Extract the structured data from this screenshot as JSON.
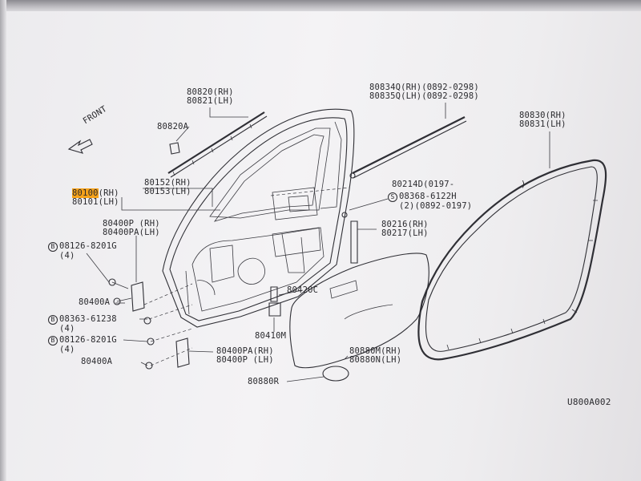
{
  "direction_label": "FRONT",
  "diagram_code": "U800A002",
  "callouts": [
    {
      "id": "c1",
      "lines": [
        "80820(RH)",
        "80821(LH)"
      ]
    },
    {
      "id": "c2",
      "lines": [
        "80820A"
      ]
    },
    {
      "id": "c3",
      "lines": [
        "80834Q(RH)(0892-0298)",
        "80835Q(LH)(0892-0298)"
      ]
    },
    {
      "id": "c4",
      "lines": [
        "80830(RH)",
        "80831(LH)"
      ]
    },
    {
      "id": "c5",
      "lines": [
        "80152(RH)",
        "80153(LH)"
      ]
    },
    {
      "id": "c6",
      "highlight": "80100",
      "lines": [
        "(RH)",
        "80101(LH)"
      ]
    },
    {
      "id": "c7",
      "lines": [
        "80214D(0197-"
      ]
    },
    {
      "id": "c8",
      "symbol": "S",
      "lines": [
        "08368-6122H",
        "(2)(0892-0197)"
      ]
    },
    {
      "id": "c9",
      "lines": [
        "80400P (RH)",
        "80400PA(LH)"
      ]
    },
    {
      "id": "c10",
      "symbol": "B",
      "lines": [
        "08126-8201G",
        "(4)"
      ]
    },
    {
      "id": "c11",
      "lines": [
        "80216(RH)",
        "80217(LH)"
      ]
    },
    {
      "id": "c12",
      "lines": [
        "80400A"
      ]
    },
    {
      "id": "c13",
      "lines": [
        "80420C"
      ]
    },
    {
      "id": "c14",
      "symbol": "B",
      "lines": [
        "08363-61238",
        "(4)"
      ]
    },
    {
      "id": "c15",
      "lines": [
        "80410M"
      ]
    },
    {
      "id": "c16",
      "symbol": "B",
      "lines": [
        "08126-8201G",
        "(4)"
      ]
    },
    {
      "id": "c17",
      "lines": [
        "80400PA(RH)",
        "80400P (LH)"
      ]
    },
    {
      "id": "c18",
      "lines": [
        "80880M(RH)",
        "80880N(LH)"
      ]
    },
    {
      "id": "c19",
      "lines": [
        "80400A"
      ]
    },
    {
      "id": "c20",
      "lines": [
        "80880R"
      ]
    },
    {
      "id": "c21",
      "lines": [
        ")"
      ]
    }
  ]
}
